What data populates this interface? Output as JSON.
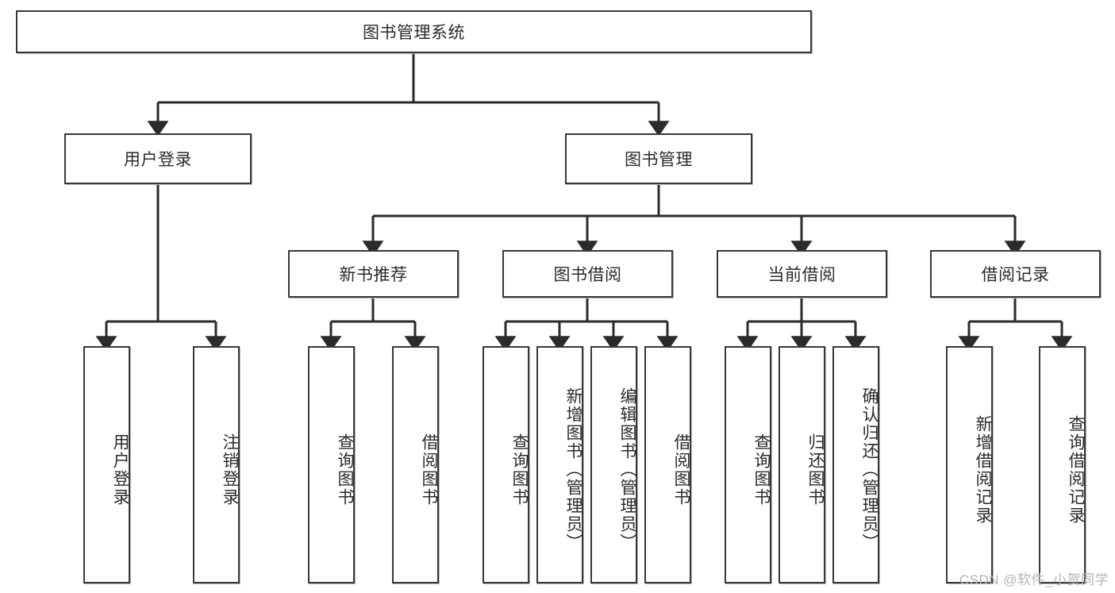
{
  "diagram": {
    "type": "tree-hierarchy",
    "title": "图书管理系统",
    "watermark": "CSDN @软件_小贺同学",
    "colors": {
      "box_border": "#35383d",
      "box_fill": "#ffffff",
      "connector": "#2b2b2b",
      "watermark": "#b4b4b4"
    },
    "nodes": {
      "root": {
        "label": "图书管理系统"
      },
      "level2": [
        {
          "id": "user-login",
          "label": "用户登录"
        },
        {
          "id": "book-manage",
          "label": "图书管理"
        }
      ],
      "level3": [
        {
          "id": "new-book-recommend",
          "label": "新书推荐"
        },
        {
          "id": "book-borrow",
          "label": "图书借阅"
        },
        {
          "id": "current-borrow",
          "label": "当前借阅"
        },
        {
          "id": "borrow-record",
          "label": "借阅记录"
        }
      ],
      "leaves": {
        "user-login": [
          {
            "id": "leaf-user-login",
            "label": "用户登录"
          },
          {
            "id": "leaf-logout-login",
            "label": "注销登录"
          }
        ],
        "new-book-recommend": [
          {
            "id": "leaf-query-book-1",
            "label": "查询图书"
          },
          {
            "id": "leaf-borrow-book-1",
            "label": "借阅图书"
          }
        ],
        "book-borrow": [
          {
            "id": "leaf-query-book-2",
            "label": "查询图书"
          },
          {
            "id": "leaf-add-book",
            "label": "新增图书（管理员）"
          },
          {
            "id": "leaf-edit-book",
            "label": "编辑图书（管理员）"
          },
          {
            "id": "leaf-borrow-book-2",
            "label": "借阅图书"
          }
        ],
        "current-borrow": [
          {
            "id": "leaf-query-book-3",
            "label": "查询图书"
          },
          {
            "id": "leaf-return-book",
            "label": "归还图书"
          },
          {
            "id": "leaf-confirm-return",
            "label": "确认归还（管理员）"
          }
        ],
        "borrow-record": [
          {
            "id": "leaf-add-record",
            "label": "新增借阅记录"
          },
          {
            "id": "leaf-query-record",
            "label": "查询借阅记录"
          }
        ]
      }
    }
  }
}
